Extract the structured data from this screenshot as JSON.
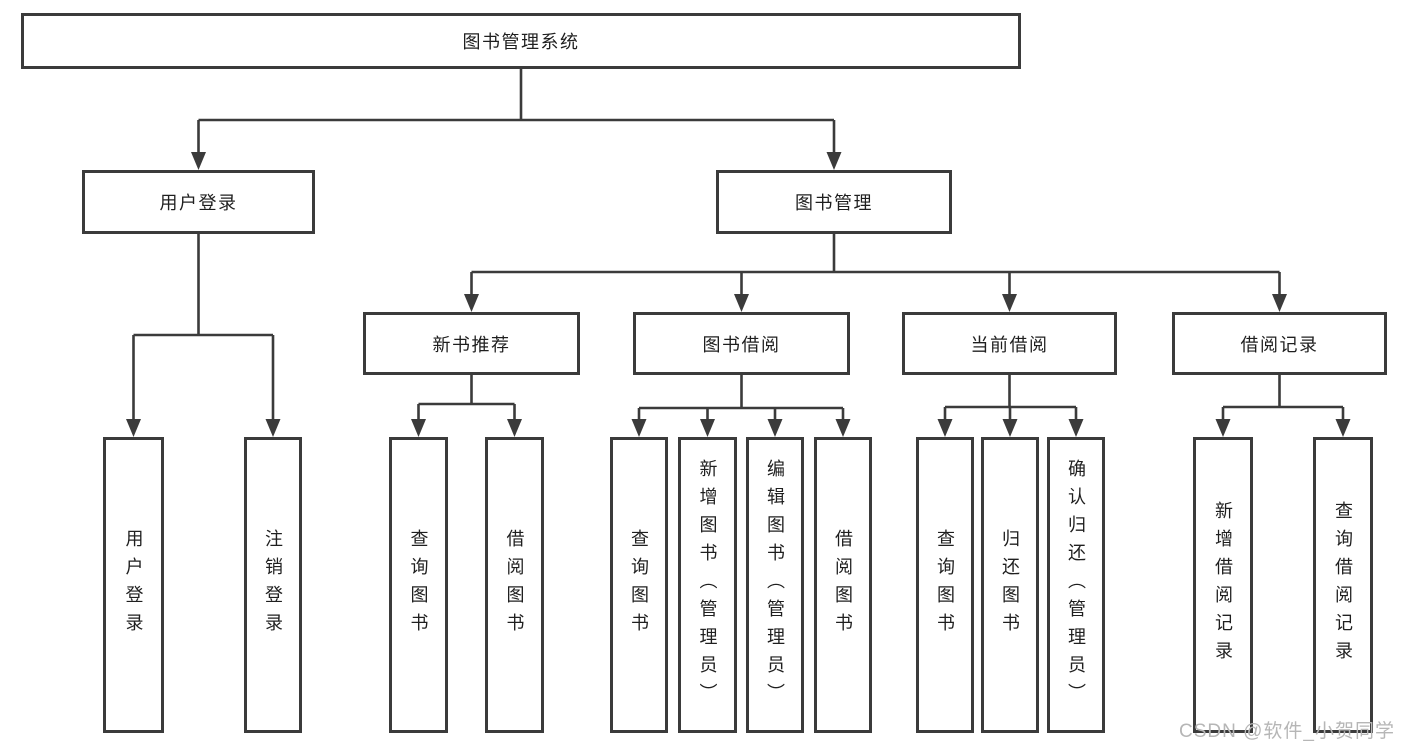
{
  "diagram": {
    "root": {
      "label": "图书管理系统"
    },
    "level2": [
      {
        "id": "user-login",
        "label": "用户登录"
      },
      {
        "id": "book-management",
        "label": "图书管理"
      }
    ],
    "level3": [
      {
        "id": "new-book-recommend",
        "label": "新书推荐",
        "parent": "图书管理"
      },
      {
        "id": "book-borrowing",
        "label": "图书借阅",
        "parent": "图书管理"
      },
      {
        "id": "current-borrowing",
        "label": "当前借阅",
        "parent": "图书管理"
      },
      {
        "id": "borrowing-records",
        "label": "借阅记录",
        "parent": "图书管理"
      }
    ],
    "leaves": [
      {
        "label": "用户登录",
        "parent": "用户登录"
      },
      {
        "label": "注销登录",
        "parent": "用户登录"
      },
      {
        "label": "查询图书",
        "parent": "新书推荐"
      },
      {
        "label": "借阅图书",
        "parent": "新书推荐"
      },
      {
        "label": "查询图书",
        "parent": "图书借阅"
      },
      {
        "label": "新增图书（管理员）",
        "parent": "图书借阅"
      },
      {
        "label": "编辑图书（管理员）",
        "parent": "图书借阅"
      },
      {
        "label": "借阅图书",
        "parent": "图书借阅"
      },
      {
        "label": "查询图书",
        "parent": "当前借阅"
      },
      {
        "label": "归还图书",
        "parent": "当前借阅"
      },
      {
        "label": "确认归还（管理员）",
        "parent": "当前借阅"
      },
      {
        "label": "新增借阅记录",
        "parent": "借阅记录"
      },
      {
        "label": "查询借阅记录",
        "parent": "借阅记录"
      }
    ],
    "watermark": "CSDN @软件_小贺同学",
    "colors": {
      "line": "#3b3b3b",
      "text": "#1f1f1f",
      "watermark": "#b6b6b6",
      "background": "#ffffff"
    }
  }
}
